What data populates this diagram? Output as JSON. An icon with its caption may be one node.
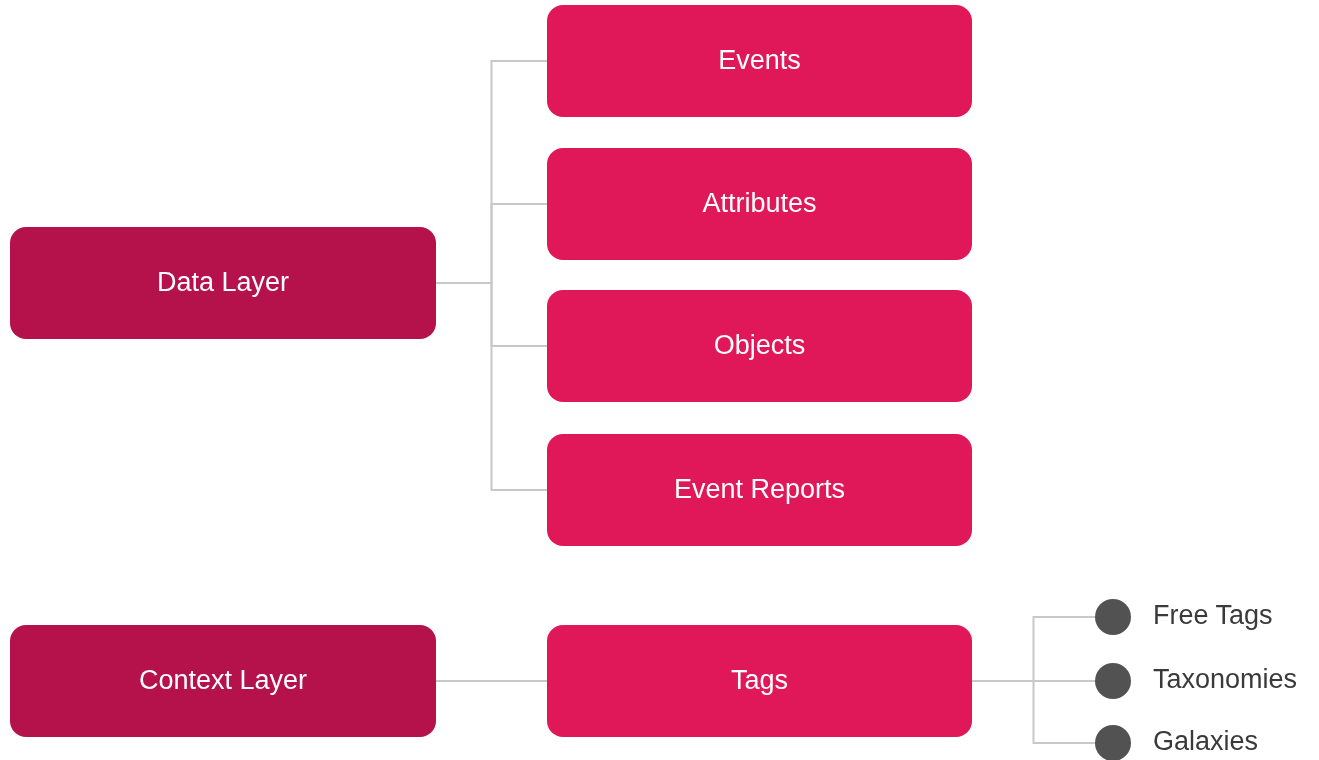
{
  "diagram": {
    "nodes": [
      {
        "text": [
          "Data Layer"
        ]
      },
      {
        "text": [
          "Events"
        ]
      },
      {
        "text": [
          "Attributes"
        ]
      },
      {
        "text": [
          "Objects"
        ]
      },
      {
        "text": [
          "Event Reports"
        ]
      },
      {
        "text": [
          "Context Layer"
        ]
      },
      {
        "text": [
          "Tags"
        ]
      },
      {
        "text": [],
        "shape": "circle",
        "beside": [
          "Free Tags"
        ]
      },
      {
        "text": [],
        "shape": "circle",
        "beside": [
          "Taxonomies"
        ]
      },
      {
        "text": [],
        "shape": "circle",
        "beside": [
          "Galaxies"
        ]
      }
    ],
    "edges": [
      {
        "from": 0,
        "to": 1,
        "arrow": "none"
      },
      {
        "from": 0,
        "to": 2,
        "arrow": "none"
      },
      {
        "from": 0,
        "to": 3,
        "arrow": "none"
      },
      {
        "from": 0,
        "to": 4,
        "arrow": "none"
      },
      {
        "from": 5,
        "to": 6,
        "arrow": "none"
      },
      {
        "from": 6,
        "to": 7,
        "arrow": "none"
      },
      {
        "from": 6,
        "to": 8,
        "arrow": "none"
      },
      {
        "from": 6,
        "to": 9,
        "arrow": "none"
      }
    ]
  }
}
